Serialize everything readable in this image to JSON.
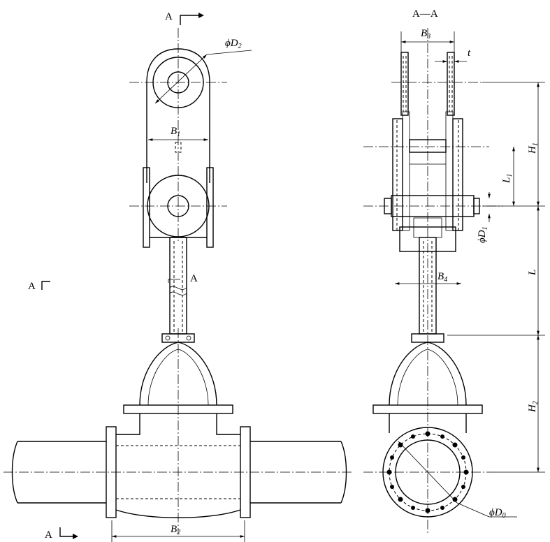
{
  "section_marks": {
    "top": "A",
    "left": "A",
    "bottom": "A",
    "stem": "A"
  },
  "section_title": "A—A",
  "dimensions": {
    "D2": {
      "phi": "ϕ",
      "base": "D",
      "sub": "2"
    },
    "B1": {
      "base": "B",
      "sub": "1"
    },
    "B2": {
      "base": "B",
      "sub": "2"
    },
    "B3": {
      "base": "B",
      "sub": "3"
    },
    "B4": {
      "base": "B",
      "sub": "4"
    },
    "t": {
      "base": "t"
    },
    "H1": {
      "base": "H",
      "sub": "1"
    },
    "H2": {
      "base": "H",
      "sub": "2"
    },
    "L1": {
      "base": "L",
      "sub": "1"
    },
    "L": {
      "base": "L"
    },
    "D1": {
      "phi": "ϕ",
      "base": "D",
      "sub": "1"
    },
    "D0": {
      "phi": "ϕ",
      "base": "D",
      "sub": "0"
    }
  }
}
